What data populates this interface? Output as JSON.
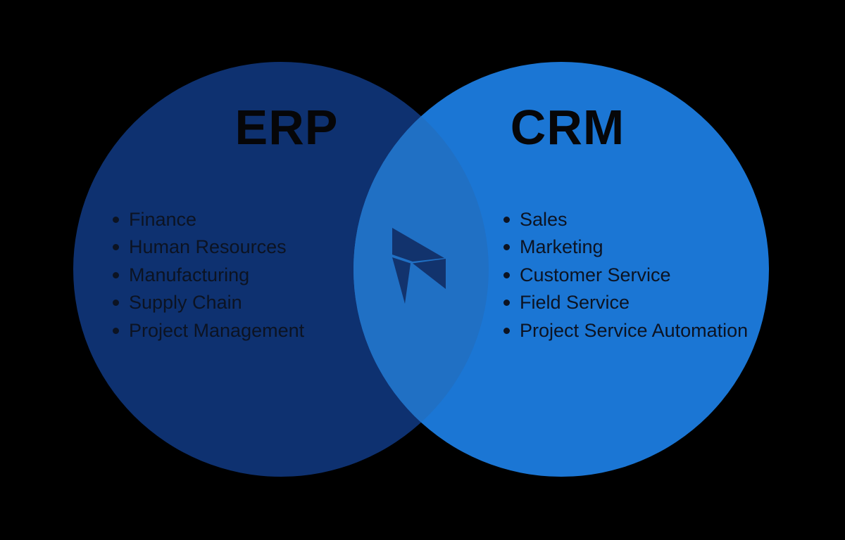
{
  "venn": {
    "left": {
      "title": "ERP",
      "items": [
        "Finance",
        "Human Resources",
        "Manufacturing",
        "Supply Chain",
        "Project Management"
      ]
    },
    "right": {
      "title": "CRM",
      "items": [
        "Sales",
        "Marketing",
        "Customer Service",
        "Field Service",
        "Project Service Automation"
      ]
    },
    "overlap": {
      "logo_name": "dynamics-365-logo"
    },
    "colors": {
      "background": "#000000",
      "erp_circle": "#0e3170",
      "crm_circle": "#1b76d4",
      "overlap_lens": "#2070c4",
      "logo": "#12336d",
      "title_text": "#060608",
      "list_text": "#0c1322"
    }
  }
}
